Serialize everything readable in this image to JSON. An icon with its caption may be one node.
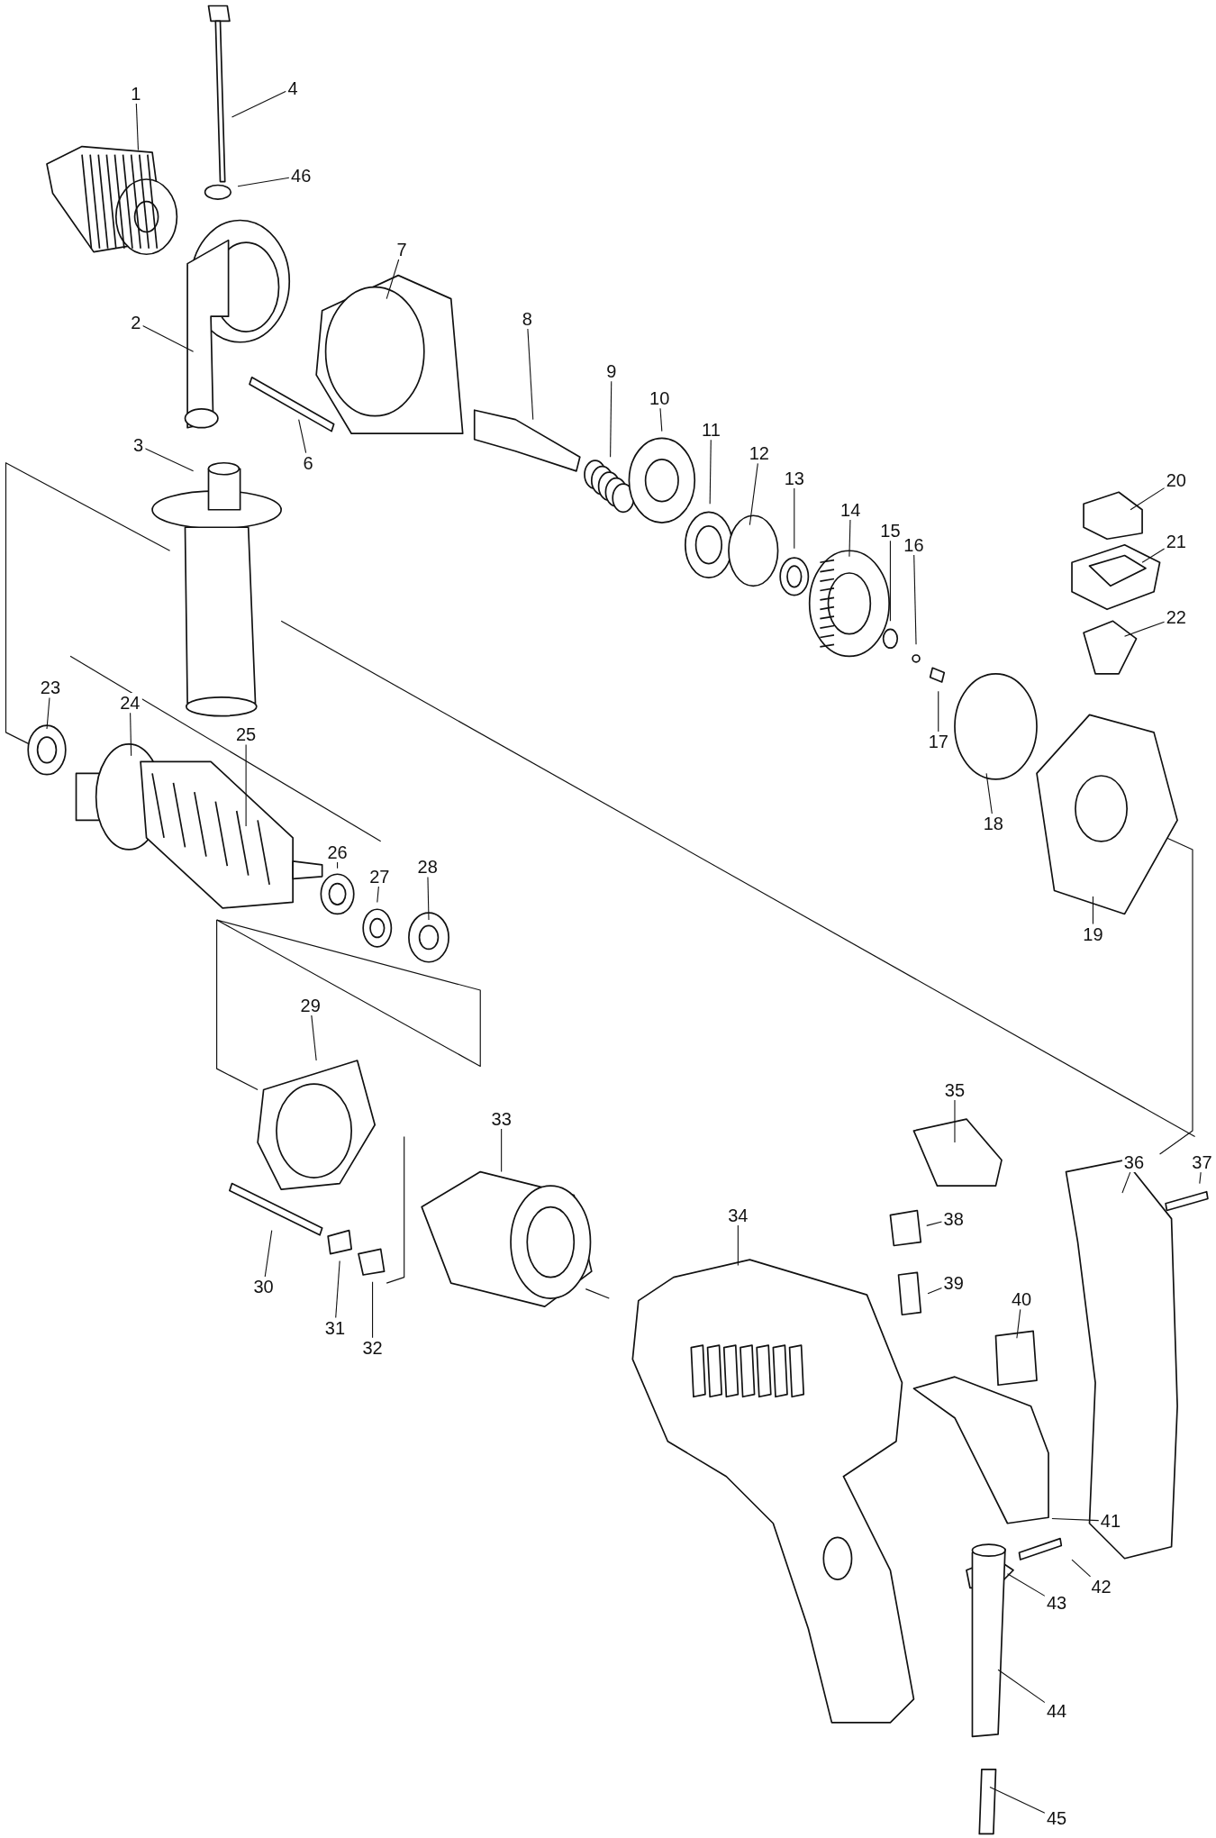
{
  "diagram": {
    "nodes": [
      {
        "text": [
          "4"
        ]
      },
      {
        "text": [
          "1"
        ]
      },
      {
        "text": [
          "46"
        ]
      },
      {
        "text": [
          "7"
        ]
      },
      {
        "text": [
          "8"
        ]
      },
      {
        "text": [
          "2"
        ]
      },
      {
        "text": [
          "9"
        ]
      },
      {
        "text": [
          "10"
        ]
      },
      {
        "text": [
          "11"
        ]
      },
      {
        "text": [
          "6"
        ]
      },
      {
        "text": [
          "3"
        ]
      },
      {
        "text": [
          "12"
        ]
      },
      {
        "text": [
          "20"
        ]
      },
      {
        "text": [
          "13"
        ]
      },
      {
        "text": [
          "14"
        ]
      },
      {
        "text": [
          "15"
        ]
      },
      {
        "text": [
          "16"
        ]
      },
      {
        "text": [
          "21"
        ]
      },
      {
        "text": [
          "22"
        ]
      },
      {
        "text": [
          "23"
        ]
      },
      {
        "text": [
          "24"
        ]
      },
      {
        "text": [
          "25"
        ]
      },
      {
        "text": [
          "17"
        ]
      },
      {
        "text": [
          "18"
        ]
      },
      {
        "text": [
          "26"
        ]
      },
      {
        "text": [
          "27"
        ]
      },
      {
        "text": [
          "28"
        ]
      },
      {
        "text": [
          "19"
        ]
      },
      {
        "text": [
          "29"
        ]
      },
      {
        "text": [
          "35"
        ]
      },
      {
        "text": [
          "33"
        ]
      },
      {
        "text": [
          "36"
        ]
      },
      {
        "text": [
          "37"
        ]
      },
      {
        "text": [
          "34"
        ]
      },
      {
        "text": [
          "38"
        ]
      },
      {
        "text": [
          "39"
        ]
      },
      {
        "text": [
          "30"
        ]
      },
      {
        "text": [
          "40"
        ]
      },
      {
        "text": [
          "31"
        ]
      },
      {
        "text": [
          "32"
        ]
      },
      {
        "text": [
          "41"
        ]
      },
      {
        "text": [
          "42"
        ]
      },
      {
        "text": [
          "43"
        ]
      },
      {
        "text": [
          "44"
        ]
      },
      {
        "text": [
          "45"
        ]
      }
    ],
    "edges": [
      {
        "from": 0,
        "to": null,
        "arrow": "none"
      },
      {
        "from": 1,
        "to": null,
        "arrow": "none"
      },
      {
        "from": 2,
        "to": null,
        "arrow": "none"
      },
      {
        "from": 3,
        "to": null,
        "arrow": "none"
      },
      {
        "from": 4,
        "to": null,
        "arrow": "none"
      },
      {
        "from": 5,
        "to": null,
        "arrow": "none"
      },
      {
        "from": 6,
        "to": null,
        "arrow": "none"
      },
      {
        "from": 7,
        "to": null,
        "arrow": "none"
      },
      {
        "from": 8,
        "to": null,
        "arrow": "none"
      },
      {
        "from": 9,
        "to": null,
        "arrow": "none"
      },
      {
        "from": 10,
        "to": null,
        "arrow": "none"
      },
      {
        "from": 11,
        "to": null,
        "arrow": "none"
      },
      {
        "from": 12,
        "to": null,
        "arrow": "none"
      },
      {
        "from": 13,
        "to": null,
        "arrow": "none"
      },
      {
        "from": 14,
        "to": null,
        "arrow": "none"
      },
      {
        "from": 15,
        "to": null,
        "arrow": "none"
      },
      {
        "from": 16,
        "to": null,
        "arrow": "none"
      },
      {
        "from": 17,
        "to": null,
        "arrow": "none"
      },
      {
        "from": 18,
        "to": null,
        "arrow": "none"
      },
      {
        "from": 19,
        "to": null,
        "arrow": "none"
      },
      {
        "from": 20,
        "to": null,
        "arrow": "none"
      },
      {
        "from": 21,
        "to": null,
        "arrow": "none"
      },
      {
        "from": 22,
        "to": null,
        "arrow": "none"
      },
      {
        "from": 23,
        "to": null,
        "arrow": "none"
      },
      {
        "from": 24,
        "to": null,
        "arrow": "none"
      },
      {
        "from": 25,
        "to": null,
        "arrow": "none"
      },
      {
        "from": 26,
        "to": null,
        "arrow": "none"
      },
      {
        "from": 27,
        "to": null,
        "arrow": "none"
      },
      {
        "from": 28,
        "to": null,
        "arrow": "none"
      },
      {
        "from": 29,
        "to": null,
        "arrow": "none"
      },
      {
        "from": 30,
        "to": null,
        "arrow": "none"
      },
      {
        "from": 31,
        "to": null,
        "arrow": "none"
      },
      {
        "from": 32,
        "to": null,
        "arrow": "none"
      },
      {
        "from": 33,
        "to": null,
        "arrow": "none"
      },
      {
        "from": 34,
        "to": null,
        "arrow": "none"
      },
      {
        "from": 35,
        "to": null,
        "arrow": "none"
      },
      {
        "from": 36,
        "to": null,
        "arrow": "none"
      },
      {
        "from": 37,
        "to": null,
        "arrow": "none"
      },
      {
        "from": 38,
        "to": null,
        "arrow": "none"
      },
      {
        "from": 39,
        "to": null,
        "arrow": "none"
      },
      {
        "from": 40,
        "to": null,
        "arrow": "none"
      },
      {
        "from": 41,
        "to": null,
        "arrow": "none"
      },
      {
        "from": 42,
        "to": null,
        "arrow": "none"
      },
      {
        "from": 43,
        "to": null,
        "arrow": "none"
      },
      {
        "from": 44,
        "to": null,
        "arrow": "none"
      }
    ]
  }
}
